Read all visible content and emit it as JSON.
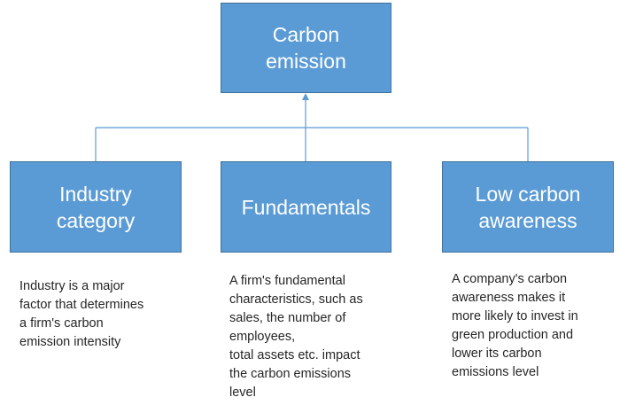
{
  "diagram": {
    "root": {
      "label": "Carbon\nemission"
    },
    "children": [
      {
        "label": "Industry\ncategory",
        "description": "Industry is a major\nfactor that determines\na firm's carbon\nemission intensity"
      },
      {
        "label": "Fundamentals",
        "description": "A firm's fundamental\ncharacteristics, such as\nsales, the number of\nemployees,\ntotal assets etc. impact\nthe carbon emissions\nlevel"
      },
      {
        "label": "Low carbon\nawareness",
        "description": "A company's carbon\nawareness makes it\nmore likely to invest in\ngreen production and\nlower its carbon\nemissions level"
      }
    ],
    "colors": {
      "box_fill": "#5b9bd5",
      "box_border": "#41719c",
      "box_text": "#ffffff",
      "connector": "#5b9bd5",
      "description_text": "#262626"
    }
  }
}
